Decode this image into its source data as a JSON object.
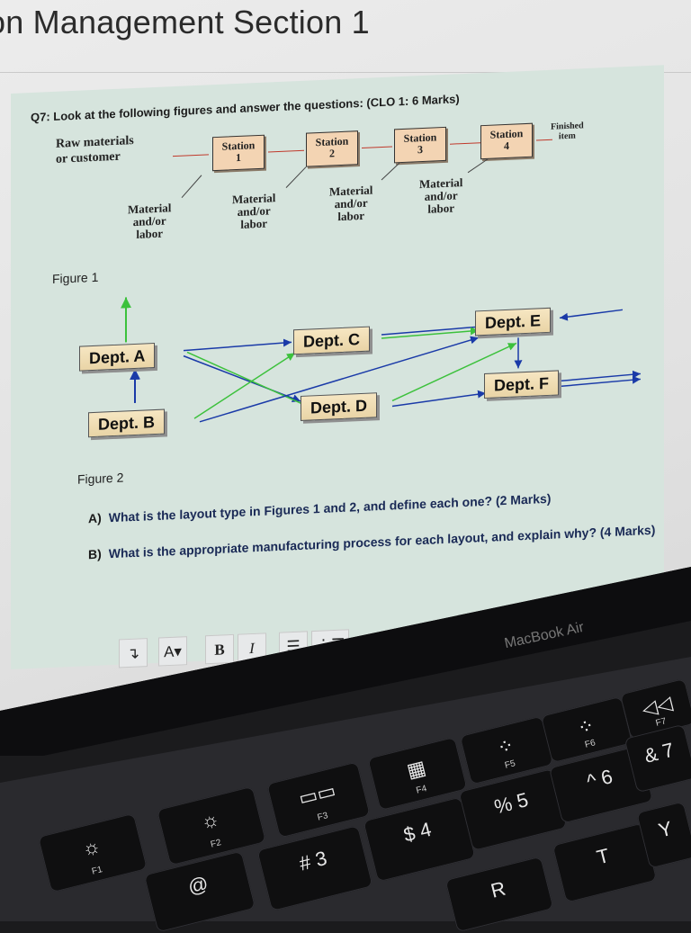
{
  "header": {
    "title": "on Management Section 1"
  },
  "question": {
    "text": "Q7: Look at the following figures and answer the questions: (CLO 1: 6 Marks)",
    "parts": [
      {
        "tag": "A)",
        "text": "What is the layout type in Figures 1 and 2, and define each one? (2 Marks)"
      },
      {
        "tag": "B)",
        "text": "What is the appropriate manufacturing process for each layout, and explain why? (4 Marks)"
      }
    ]
  },
  "figure1": {
    "caption": "Figure 1",
    "input_line1": "Raw materials",
    "input_line2": "or customer",
    "stations": [
      {
        "label": "Station",
        "number": "1"
      },
      {
        "label": "Station",
        "number": "2"
      },
      {
        "label": "Station",
        "number": "3"
      },
      {
        "label": "Station",
        "number": "4"
      }
    ],
    "materials": [
      {
        "l1": "Material",
        "l2": "and/or",
        "l3": "labor"
      },
      {
        "l1": "Material",
        "l2": "and/or",
        "l3": "labor"
      },
      {
        "l1": "Material",
        "l2": "and/or",
        "l3": "labor"
      },
      {
        "l1": "Material",
        "l2": "and/or",
        "l3": "labor"
      }
    ],
    "output_line1": "Finished",
    "output_line2": "item"
  },
  "figure2": {
    "caption": "Figure 2",
    "departments": [
      "Dept. A",
      "Dept. B",
      "Dept. C",
      "Dept. D",
      "Dept. E",
      "Dept. F"
    ]
  },
  "toolbar": {
    "items": [
      {
        "name": "paragraph-style-button",
        "glyph": "↴"
      },
      {
        "name": "font-color-button",
        "glyph": "A▾"
      },
      {
        "name": "bold-button",
        "glyph": "B"
      },
      {
        "name": "italic-button",
        "glyph": "I"
      },
      {
        "name": "bullet-list-button",
        "glyph": "☰"
      },
      {
        "name": "numbered-list-button",
        "glyph": "⋮☰"
      }
    ]
  },
  "laptop": {
    "brand": "MacBook Air"
  },
  "keyboard": {
    "keys": [
      {
        "main": "☼",
        "sub": "F1"
      },
      {
        "main": "☼",
        "sub": "F2"
      },
      {
        "main": "▭▭",
        "sub": "F3"
      },
      {
        "main": "▦",
        "sub": "F4"
      },
      {
        "main": "⁘",
        "sub": "F5"
      },
      {
        "main": "⁘",
        "sub": "F6"
      },
      {
        "main": "◁◁",
        "sub": "F7"
      },
      {
        "main": "@",
        "sub": ""
      },
      {
        "main": "#  3",
        "sub": ""
      },
      {
        "main": "$  4",
        "sub": ""
      },
      {
        "main": "%  5",
        "sub": ""
      },
      {
        "main": "^  6",
        "sub": ""
      },
      {
        "main": "&  7",
        "sub": ""
      },
      {
        "main": "R",
        "sub": ""
      },
      {
        "main": "T",
        "sub": ""
      },
      {
        "main": "Y",
        "sub": ""
      }
    ]
  },
  "colors": {
    "flow_green": "#3cc13c",
    "flow_blue": "#1a3aa8",
    "arrow_red": "#c0392b"
  }
}
